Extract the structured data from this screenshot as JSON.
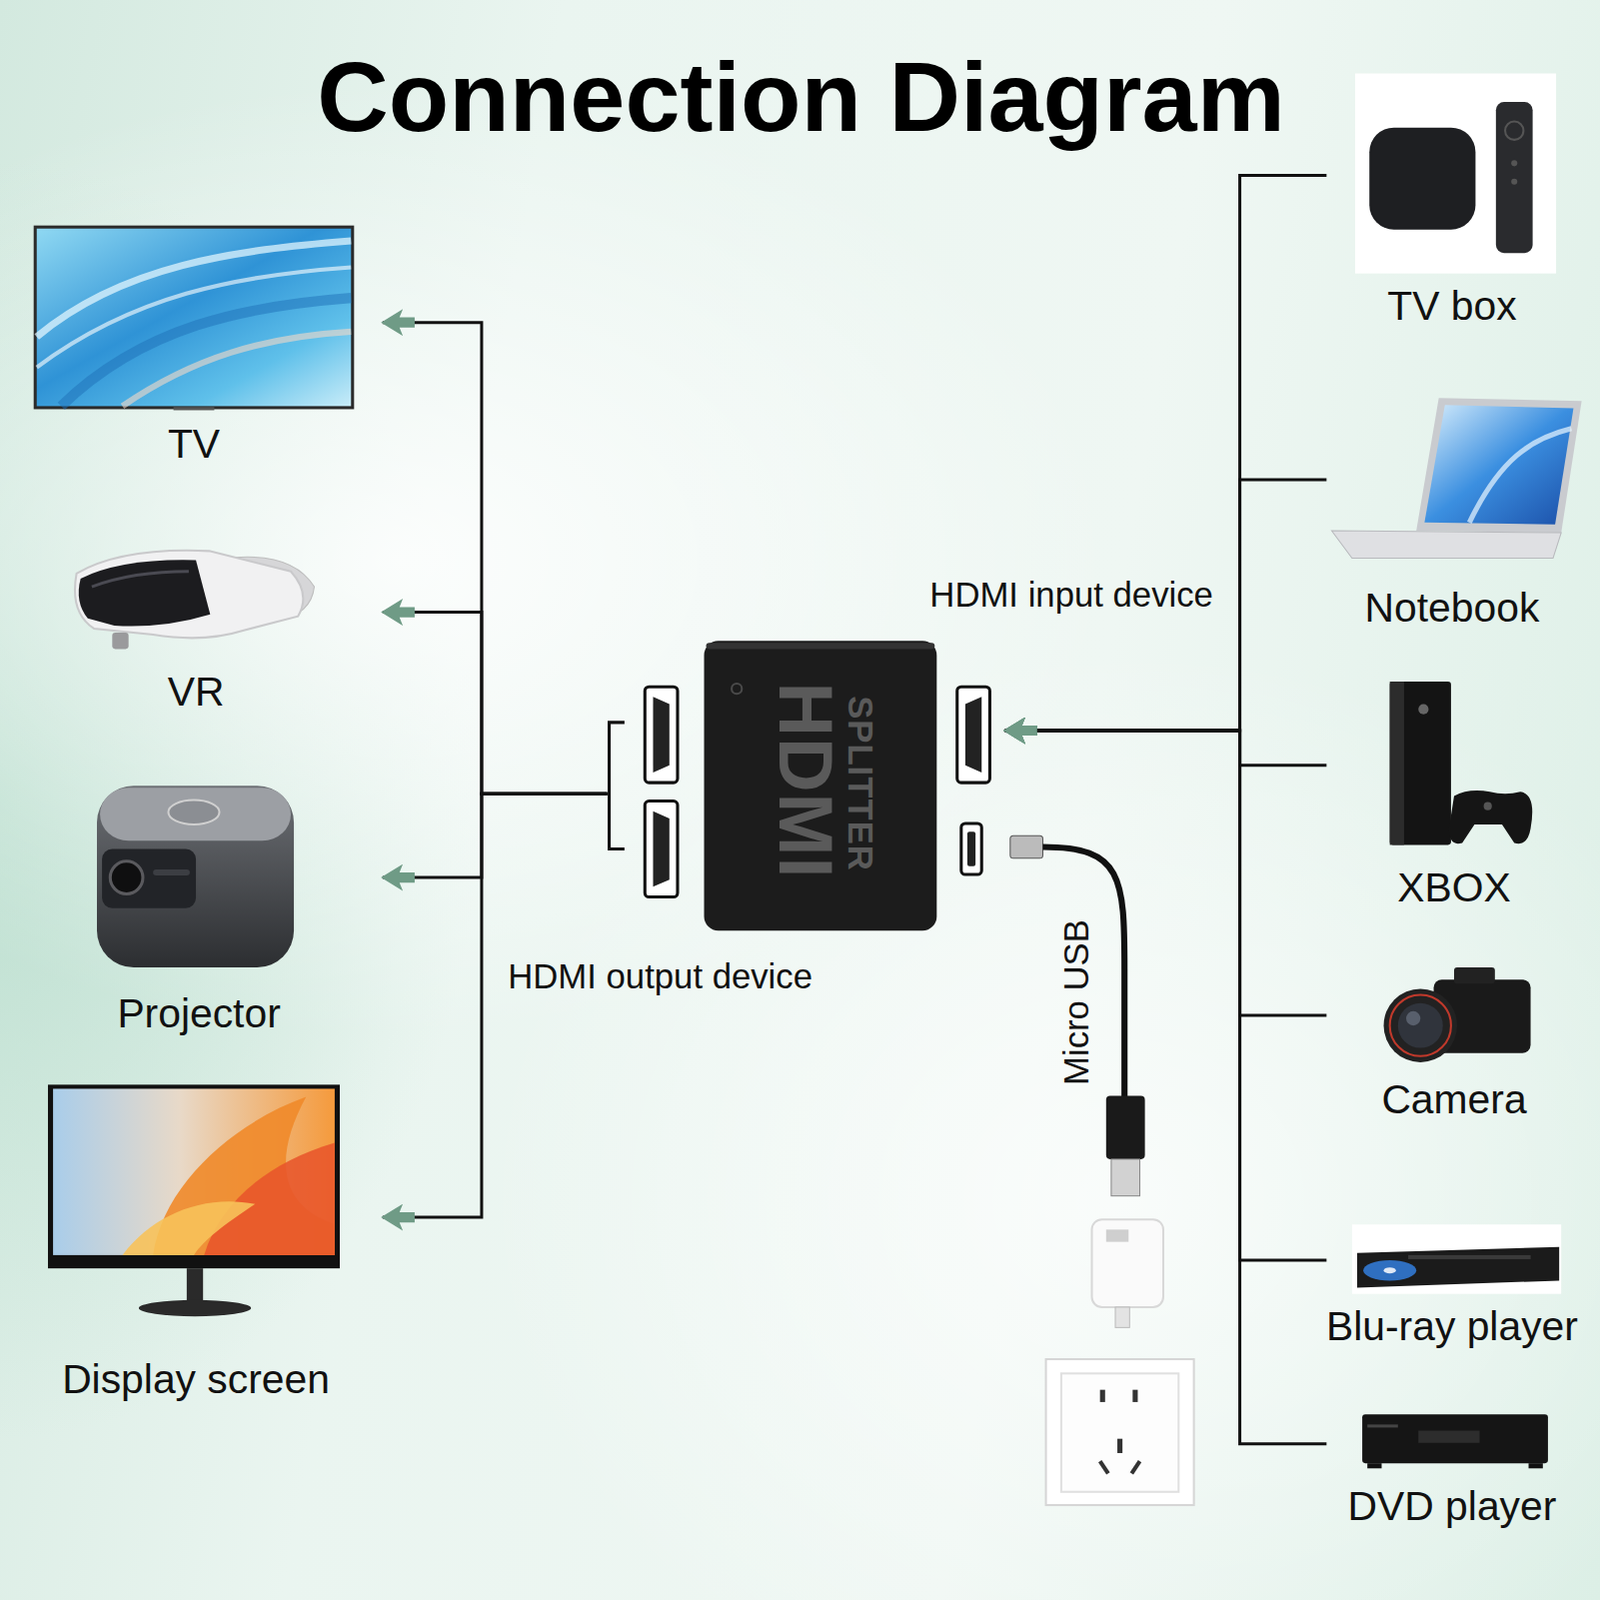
{
  "diagram": {
    "title": "Connection Diagram",
    "nodes": [
      {
        "text": [
          "TV"
        ]
      },
      {
        "text": [
          "VR"
        ]
      },
      {
        "text": [
          "Projector"
        ]
      },
      {
        "text": [
          "Display screen"
        ]
      },
      {
        "text": [
          "HDMI",
          "SPLITTER"
        ]
      },
      {
        "text": [
          "TV box"
        ]
      },
      {
        "text": [
          "Notebook"
        ]
      },
      {
        "text": [
          "XBOX"
        ]
      },
      {
        "text": [
          "Camera"
        ]
      },
      {
        "text": [
          "Blu-ray player"
        ]
      },
      {
        "text": [
          "DVD player"
        ]
      }
    ],
    "edges": [
      {
        "from": 5,
        "to": 4,
        "arrow": "to"
      },
      {
        "from": 6,
        "to": 4,
        "arrow": "to"
      },
      {
        "from": 7,
        "to": 4,
        "arrow": "to"
      },
      {
        "from": 8,
        "to": 4,
        "arrow": "to"
      },
      {
        "from": 9,
        "to": 4,
        "arrow": "to"
      },
      {
        "from": 10,
        "to": 4,
        "arrow": "to"
      },
      {
        "from": 4,
        "to": 0,
        "arrow": "to"
      },
      {
        "from": 4,
        "to": 1,
        "arrow": "to"
      },
      {
        "from": 4,
        "to": 2,
        "arrow": "to"
      },
      {
        "from": 4,
        "to": 3,
        "arrow": "to"
      }
    ],
    "labels": [
      "HDMI input device",
      "HDMI output device",
      "Micro USB"
    ]
  }
}
